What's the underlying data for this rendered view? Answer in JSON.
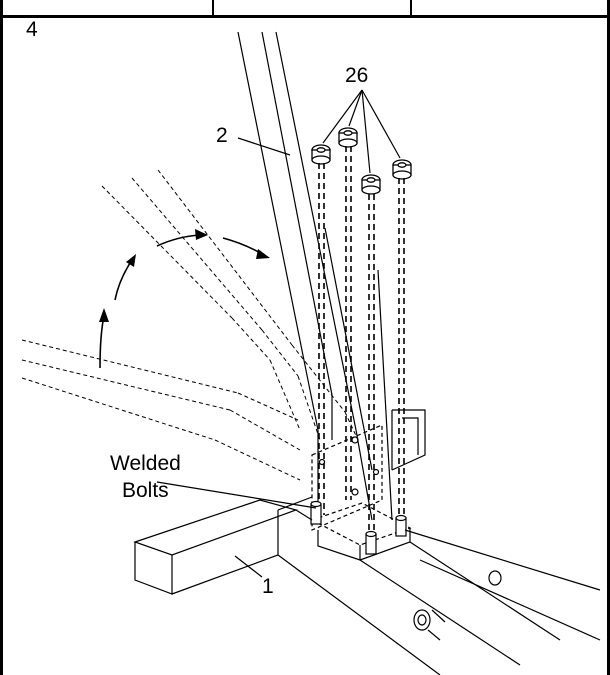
{
  "step": {
    "number": "4"
  },
  "callouts": {
    "nuts": "26",
    "upright": "2",
    "base": "1",
    "welded_line1": "Welded",
    "welded_line2": "Bolts"
  }
}
